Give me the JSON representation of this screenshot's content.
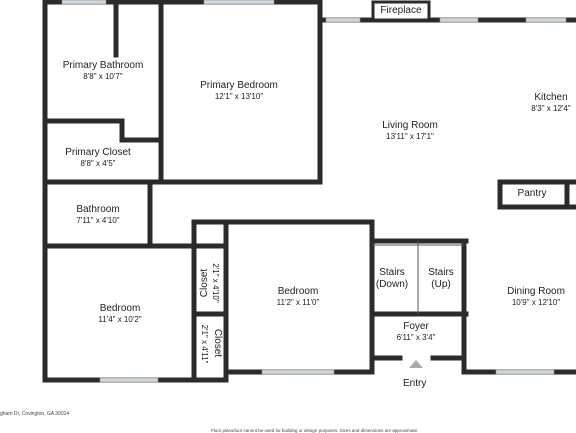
{
  "rooms": {
    "primary_bathroom": {
      "name": "Primary Bathroom",
      "dims": "8'8\" x 10'7\""
    },
    "primary_bedroom": {
      "name": "Primary Bedroom",
      "dims": "12'1\" x 13'10\""
    },
    "primary_closet": {
      "name": "Primary Closet",
      "dims": "8'8\" x 4'5\""
    },
    "bathroom": {
      "name": "Bathroom",
      "dims": "7'11\" x 4'10\""
    },
    "bedroom_left": {
      "name": "Bedroom",
      "dims": "11'4\" x 10'2\""
    },
    "closet_1": {
      "name": "Closet",
      "dims": "2'1\" x 4'10\""
    },
    "closet_2": {
      "name": "Closet",
      "dims": "2'1\" x 4'11\""
    },
    "bedroom_center": {
      "name": "Bedroom",
      "dims": "11'2\" x 11'0\""
    },
    "living_room": {
      "name": "Living Room",
      "dims": "13'11\" x 17'1\""
    },
    "kitchen": {
      "name": "Kitchen",
      "dims": "8'3\" x 12'4\""
    },
    "pantry": {
      "name": "Pantry"
    },
    "stairs_down": {
      "name": "Stairs",
      "sub": "(Down)"
    },
    "stairs_up": {
      "name": "Stairs",
      "sub": "(Up)"
    },
    "foyer": {
      "name": "Foyer",
      "dims": "6'11\" x 3'4\""
    },
    "dining_room": {
      "name": "Dining Room",
      "dims": "10'9\" x 12'10\""
    },
    "fireplace": {
      "name": "Fireplace"
    }
  },
  "entry_label": "Entry",
  "footer": {
    "address": "gham Dr, Covington, GA 30014",
    "disclaimer": "Floor plans/tour cannot be used for building or design purposes. Sizes and dimensions are approximate."
  },
  "colors": {
    "wall": "#2b2b2b",
    "window": "#d0d6da",
    "background": "#ffffff"
  }
}
